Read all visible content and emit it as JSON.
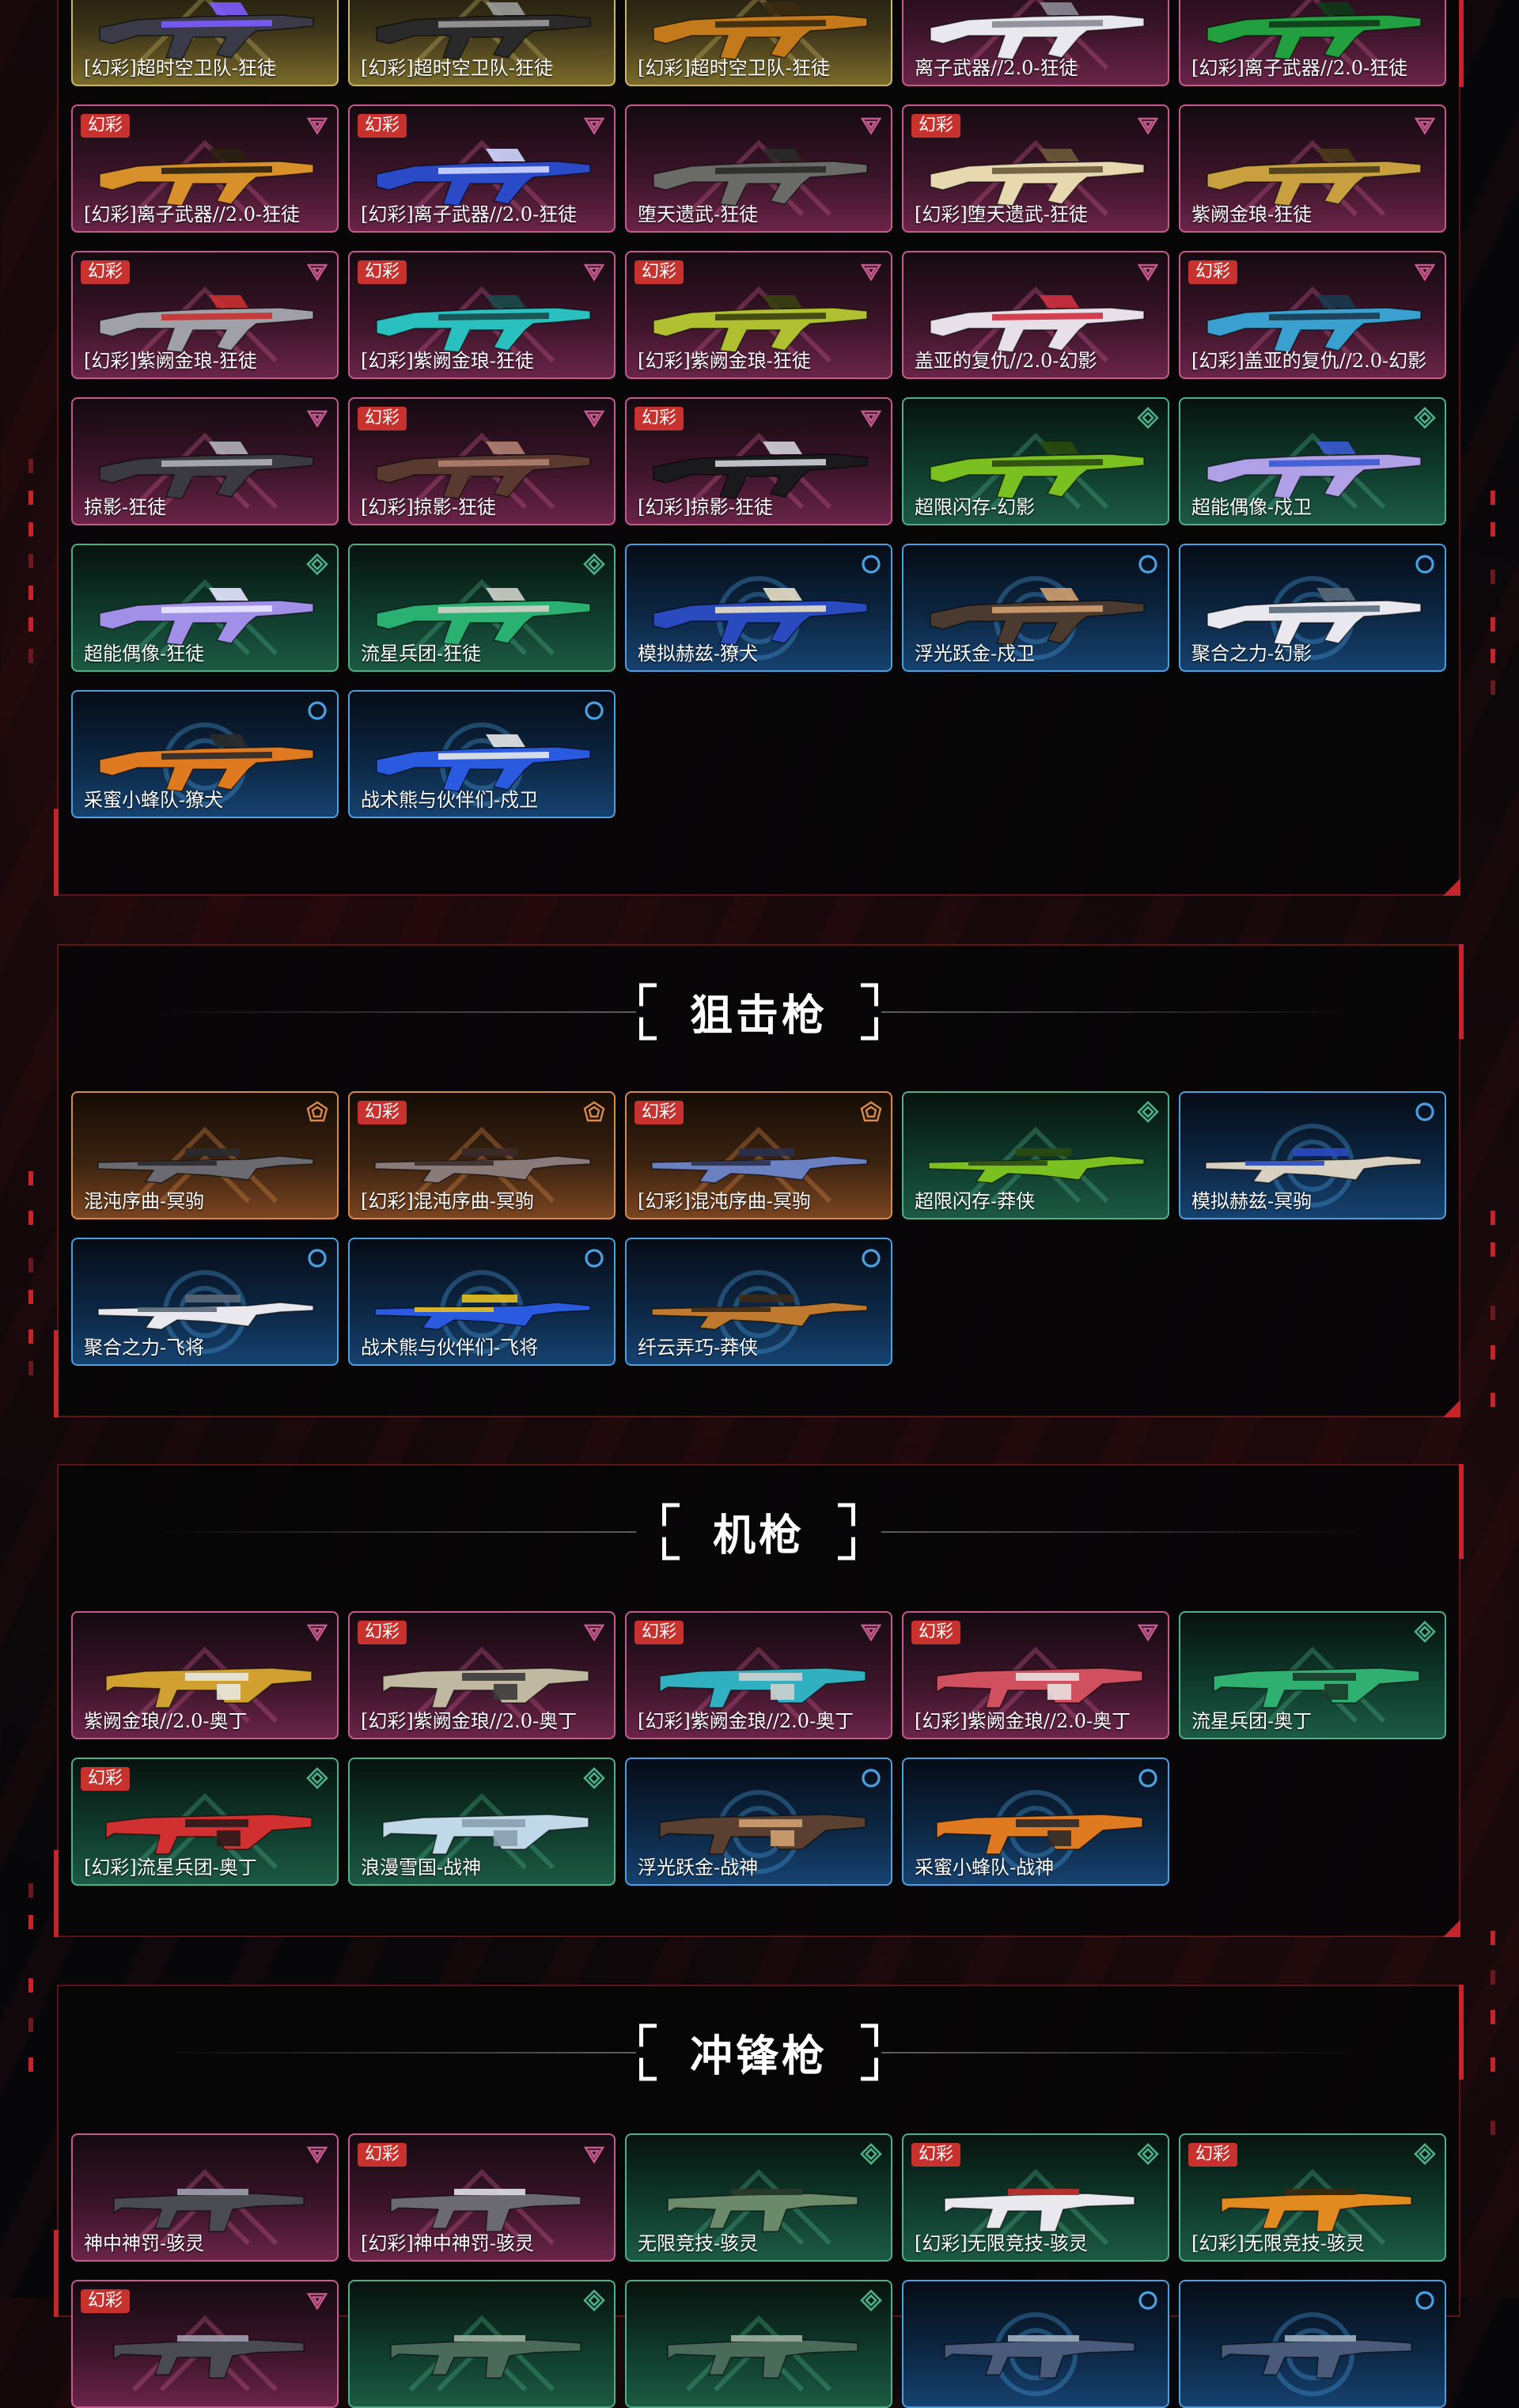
{
  "badge": "幻彩",
  "colors": {
    "accent": "#c4242a",
    "gold": "#c9b56a",
    "pink": "#c65a8e",
    "green": "#4db08a",
    "blue": "#4aa0e0",
    "orange": "#d98a4a"
  },
  "sections": [
    {
      "id": "rifles",
      "title": "",
      "cards": [
        {
          "name": "[幻彩]超时空卫队-狂徒",
          "tier": "gold",
          "badge": true,
          "gun": [
            "#3a3a48",
            "#7c5cff"
          ]
        },
        {
          "name": "[幻彩]超时空卫队-狂徒",
          "tier": "gold",
          "badge": true,
          "gun": [
            "#2a2a2a",
            "#9a9a9a"
          ]
        },
        {
          "name": "[幻彩]超时空卫队-狂徒",
          "tier": "gold",
          "badge": true,
          "gun": [
            "#c47a1a",
            "#3a2a10"
          ]
        },
        {
          "name": "离子武器//2.0-狂徒",
          "tier": "pink",
          "badge": false,
          "gun": [
            "#e8e8ee",
            "#8a8a94"
          ]
        },
        {
          "name": "[幻彩]离子武器//2.0-狂徒",
          "tier": "pink",
          "badge": true,
          "gun": [
            "#22a040",
            "#0e3a1a"
          ]
        },
        {
          "name": "[幻彩]离子武器//2.0-狂徒",
          "tier": "pink",
          "badge": true,
          "gun": [
            "#d8902a",
            "#2a2010"
          ]
        },
        {
          "name": "[幻彩]离子武器//2.0-狂徒",
          "tier": "pink",
          "badge": true,
          "gun": [
            "#2a4ac8",
            "#d0d8ff"
          ]
        },
        {
          "name": "堕天遗武-狂徒",
          "tier": "pink",
          "badge": false,
          "gun": [
            "#6a6a66",
            "#2a2a28"
          ]
        },
        {
          "name": "[幻彩]堕天遗武-狂徒",
          "tier": "pink",
          "badge": true,
          "gun": [
            "#e8d8b0",
            "#6a5a3a"
          ]
        },
        {
          "name": "紫阙金琅-狂徒",
          "tier": "pink",
          "badge": false,
          "gun": [
            "#c8a040",
            "#4a3a1a"
          ]
        },
        {
          "name": "[幻彩]紫阙金琅-狂徒",
          "tier": "pink",
          "badge": true,
          "gun": [
            "#a0a0a8",
            "#c83030"
          ]
        },
        {
          "name": "[幻彩]紫阙金琅-狂徒",
          "tier": "pink",
          "badge": true,
          "gun": [
            "#2ac0c0",
            "#1a4a4a"
          ]
        },
        {
          "name": "[幻彩]紫阙金琅-狂徒",
          "tier": "pink",
          "badge": true,
          "gun": [
            "#b0c030",
            "#3a4010"
          ]
        },
        {
          "name": "盖亚的复仇//2.0-幻影",
          "tier": "pink",
          "badge": false,
          "gun": [
            "#e8e0e8",
            "#d03040"
          ]
        },
        {
          "name": "[幻彩]盖亚的复仇//2.0-幻影",
          "tier": "pink",
          "badge": true,
          "gun": [
            "#3aa0d0",
            "#1a3a50"
          ]
        },
        {
          "name": "掠影-狂徒",
          "tier": "pink",
          "badge": false,
          "gun": [
            "#3a3a40",
            "#b0b0b8"
          ]
        },
        {
          "name": "[幻彩]掠影-狂徒",
          "tier": "pink",
          "badge": true,
          "gun": [
            "#5a3a30",
            "#b08070"
          ]
        },
        {
          "name": "[幻彩]掠影-狂徒",
          "tier": "pink",
          "badge": true,
          "gun": [
            "#1a1a1c",
            "#d0d0d8"
          ]
        },
        {
          "name": "超限闪存-幻影",
          "tier": "green",
          "badge": false,
          "gun": [
            "#7ac020",
            "#2a4a10"
          ]
        },
        {
          "name": "超能偶像-戍卫",
          "tier": "green",
          "badge": false,
          "gun": [
            "#b0a0e8",
            "#3a5ad0"
          ]
        },
        {
          "name": "超能偶像-狂徒",
          "tier": "green",
          "badge": false,
          "gun": [
            "#a090e8",
            "#e8e8ff"
          ]
        },
        {
          "name": "流星兵团-狂徒",
          "tier": "green",
          "badge": false,
          "gun": [
            "#2ab070",
            "#d0d0c8"
          ]
        },
        {
          "name": "模拟赫兹-獠犬",
          "tier": "blue",
          "badge": false,
          "gun": [
            "#2a4ac0",
            "#e8e0c8"
          ]
        },
        {
          "name": "浮光跃金-戍卫",
          "tier": "blue",
          "badge": false,
          "gun": [
            "#4a3a30",
            "#d0a070"
          ]
        },
        {
          "name": "聚合之力-幻影",
          "tier": "blue",
          "badge": false,
          "gun": [
            "#e8e8ee",
            "#5a6a7a"
          ]
        },
        {
          "name": "采蜜小蜂队-獠犬",
          "tier": "blue",
          "badge": false,
          "gun": [
            "#e07a20",
            "#2a2a2a"
          ]
        },
        {
          "name": "战术熊与伙伴们-戍卫",
          "tier": "blue",
          "badge": false,
          "gun": [
            "#2a5ae0",
            "#e8e8e8"
          ]
        }
      ]
    },
    {
      "id": "snipers",
      "title": "狙击枪",
      "cards": [
        {
          "name": "混沌序曲-冥驹",
          "tier": "orange",
          "badge": false,
          "gun": [
            "#6a6a70",
            "#2a2a30"
          ]
        },
        {
          "name": "[幻彩]混沌序曲-冥驹",
          "tier": "orange",
          "badge": true,
          "gun": [
            "#8a7a7a",
            "#3a2a2a"
          ]
        },
        {
          "name": "[幻彩]混沌序曲-冥驹",
          "tier": "orange",
          "badge": true,
          "gun": [
            "#6a80c0",
            "#2a3050"
          ]
        },
        {
          "name": "超限闪存-莽侠",
          "tier": "green",
          "badge": false,
          "gun": [
            "#7ac020",
            "#2a4a10"
          ]
        },
        {
          "name": "模拟赫兹-冥驹",
          "tier": "blue",
          "badge": false,
          "gun": [
            "#d8d0c0",
            "#2a4ac0"
          ]
        },
        {
          "name": "聚合之力-飞将",
          "tier": "blue",
          "badge": false,
          "gun": [
            "#e8e8ee",
            "#5a6a7a"
          ]
        },
        {
          "name": "战术熊与伙伴们-飞将",
          "tier": "blue",
          "badge": false,
          "gun": [
            "#2a5ae0",
            "#e8c020"
          ]
        },
        {
          "name": "纤云弄巧-莽侠",
          "tier": "blue",
          "badge": false,
          "gun": [
            "#c07a30",
            "#3a2a1a"
          ]
        }
      ]
    },
    {
      "id": "machine-guns",
      "title": "机枪",
      "cards": [
        {
          "name": "紫阙金琅//2.0-奥丁",
          "tier": "pink",
          "badge": false,
          "gun": [
            "#d0a030",
            "#e8e8e0"
          ]
        },
        {
          "name": "[幻彩]紫阙金琅//2.0-奥丁",
          "tier": "pink",
          "badge": true,
          "gun": [
            "#c0b8a0",
            "#3a3a3a"
          ]
        },
        {
          "name": "[幻彩]紫阙金琅//2.0-奥丁",
          "tier": "pink",
          "badge": true,
          "gun": [
            "#30b0c0",
            "#d0d0d0"
          ]
        },
        {
          "name": "[幻彩]紫阙金琅//2.0-奥丁",
          "tier": "pink",
          "badge": true,
          "gun": [
            "#d05060",
            "#e8e0e0"
          ]
        },
        {
          "name": "流星兵团-奥丁",
          "tier": "green",
          "badge": false,
          "gun": [
            "#30b070",
            "#1a3a2a"
          ]
        },
        {
          "name": "[幻彩]流星兵团-奥丁",
          "tier": "green",
          "badge": true,
          "gun": [
            "#d03030",
            "#2a1a1a"
          ]
        },
        {
          "name": "浪漫雪国-战神",
          "tier": "green",
          "badge": false,
          "gun": [
            "#c0d8e8",
            "#8aa0b0"
          ]
        },
        {
          "name": "浮光跃金-战神",
          "tier": "blue",
          "badge": false,
          "gun": [
            "#5a4030",
            "#d0a070"
          ]
        },
        {
          "name": "采蜜小蜂队-战神",
          "tier": "blue",
          "badge": false,
          "gun": [
            "#e07a20",
            "#2a2a2a"
          ]
        }
      ]
    },
    {
      "id": "smgs",
      "title": "冲锋枪",
      "cards": [
        {
          "name": "神中神罚-骇灵",
          "tier": "pink",
          "badge": false,
          "gun": [
            "#4a4a52",
            "#a0a0b0"
          ]
        },
        {
          "name": "[幻彩]神中神罚-骇灵",
          "tier": "pink",
          "badge": true,
          "gun": [
            "#6a6a70",
            "#e0e0e8"
          ]
        },
        {
          "name": "无限竞技-骇灵",
          "tier": "green",
          "badge": false,
          "gun": [
            "#6a8a6a",
            "#2a3a2a"
          ]
        },
        {
          "name": "[幻彩]无限竞技-骇灵",
          "tier": "green",
          "badge": true,
          "gun": [
            "#e8e8ee",
            "#c03030"
          ]
        },
        {
          "name": "[幻彩]无限竞技-骇灵",
          "tier": "green",
          "badge": true,
          "gun": [
            "#e08a20",
            "#3a2a10"
          ]
        },
        {
          "name": "",
          "tier": "pink",
          "badge": true,
          "gun": [
            "#4a4a52",
            "#a0a0b0"
          ]
        },
        {
          "name": "",
          "tier": "green",
          "badge": false,
          "gun": [
            "#4a6a5a",
            "#a0b0a0"
          ]
        },
        {
          "name": "",
          "tier": "green",
          "badge": false,
          "gun": [
            "#4a6a5a",
            "#a0b0a0"
          ]
        },
        {
          "name": "",
          "tier": "blue",
          "badge": false,
          "gun": [
            "#4a5a7a",
            "#a0b0c0"
          ]
        },
        {
          "name": "",
          "tier": "blue",
          "badge": false,
          "gun": [
            "#4a5a7a",
            "#a0b0c0"
          ]
        }
      ]
    }
  ]
}
